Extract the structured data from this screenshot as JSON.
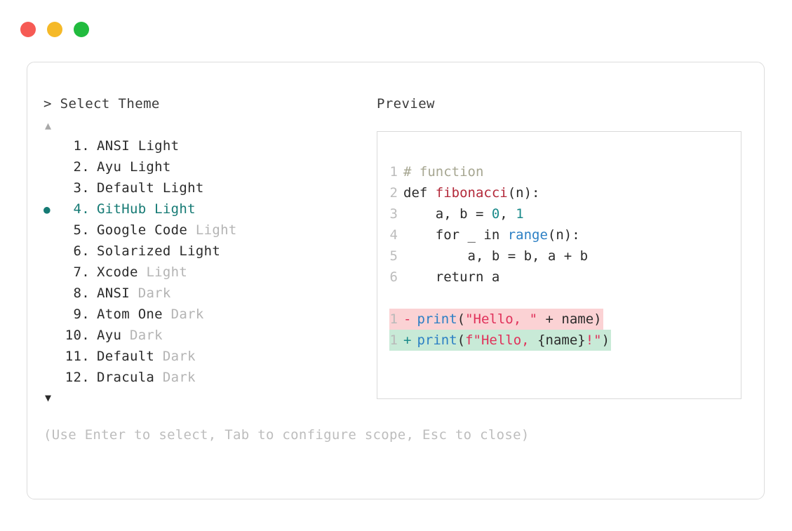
{
  "window": {
    "traffic_lights": [
      {
        "name": "close",
        "color": "#f65a54"
      },
      {
        "name": "minimize",
        "color": "#f5b928"
      },
      {
        "name": "maximize",
        "color": "#21bb3e"
      }
    ]
  },
  "selector": {
    "prompt": "> Select Theme",
    "scroll_up_icon": "▲",
    "scroll_down_icon": "▼",
    "selected_index": 4,
    "items": [
      {
        "num": "1.",
        "name": "ANSI Light",
        "label": "ANSI",
        "suffix": " Light",
        "suffix_strong": true,
        "selected": false
      },
      {
        "num": "2.",
        "name": "Ayu Light",
        "label": "Ayu",
        "suffix": " Light",
        "suffix_strong": true,
        "selected": false
      },
      {
        "num": "3.",
        "name": "Default Light",
        "label": "Default",
        "suffix": " Light",
        "suffix_strong": true,
        "selected": false
      },
      {
        "num": "4.",
        "name": "GitHub Light",
        "label": "GitHub",
        "suffix": " Light",
        "suffix_strong": true,
        "selected": true
      },
      {
        "num": "5.",
        "name": "Google Code Light",
        "label": "Google Code",
        "suffix": " Light",
        "suffix_strong": false,
        "selected": false
      },
      {
        "num": "6.",
        "name": "Solarized Light",
        "label": "Solarized",
        "suffix": " Light",
        "suffix_strong": true,
        "selected": false
      },
      {
        "num": "7.",
        "name": "Xcode Light",
        "label": "Xcode",
        "suffix": " Light",
        "suffix_strong": false,
        "selected": false
      },
      {
        "num": "8.",
        "name": "ANSI Dark",
        "label": "ANSI",
        "suffix": " Dark",
        "suffix_strong": false,
        "selected": false
      },
      {
        "num": "9.",
        "name": "Atom One Dark",
        "label": "Atom One",
        "suffix": " Dark",
        "suffix_strong": false,
        "selected": false
      },
      {
        "num": "10.",
        "name": "Ayu Dark",
        "label": "Ayu",
        "suffix": " Dark",
        "suffix_strong": false,
        "selected": false
      },
      {
        "num": "11.",
        "name": "Default Dark",
        "label": "Default",
        "suffix": " Dark",
        "suffix_strong": false,
        "selected": false
      },
      {
        "num": "12.",
        "name": "Dracula Dark",
        "label": "Dracula",
        "suffix": " Dark",
        "suffix_strong": false,
        "selected": false
      }
    ],
    "bullet_glyph": "●",
    "hint": "(Use Enter to select, Tab to configure scope, Esc to close)"
  },
  "preview": {
    "title": "Preview",
    "code_lines": [
      {
        "ln": "1",
        "tokens": [
          {
            "t": "# function",
            "c": "comment"
          }
        ]
      },
      {
        "ln": "2",
        "tokens": [
          {
            "t": "def ",
            "c": "kw"
          },
          {
            "t": "fibonacci",
            "c": "fn"
          },
          {
            "t": "(n):",
            "c": "plain"
          }
        ]
      },
      {
        "ln": "3",
        "tokens": [
          {
            "t": "    a, b = ",
            "c": "plain"
          },
          {
            "t": "0",
            "c": "num"
          },
          {
            "t": ", ",
            "c": "plain"
          },
          {
            "t": "1",
            "c": "num"
          }
        ]
      },
      {
        "ln": "4",
        "tokens": [
          {
            "t": "    for _ in ",
            "c": "plain"
          },
          {
            "t": "range",
            "c": "builtin"
          },
          {
            "t": "(n):",
            "c": "plain"
          }
        ]
      },
      {
        "ln": "5",
        "tokens": [
          {
            "t": "        a, b = b, a + b",
            "c": "plain"
          }
        ]
      },
      {
        "ln": "6",
        "tokens": [
          {
            "t": "    return a",
            "c": "plain"
          }
        ]
      }
    ],
    "diff_lines": [
      {
        "ln": "1",
        "kind": "del",
        "sign": "-",
        "tokens": [
          {
            "t": "print",
            "c": "builtin"
          },
          {
            "t": "(",
            "c": "plain"
          },
          {
            "t": "\"Hello, \"",
            "c": "str"
          },
          {
            "t": " + name)",
            "c": "plain"
          }
        ]
      },
      {
        "ln": "1",
        "kind": "add",
        "sign": "+",
        "tokens": [
          {
            "t": "print",
            "c": "builtin"
          },
          {
            "t": "(",
            "c": "plain"
          },
          {
            "t": "f\"Hello, ",
            "c": "str"
          },
          {
            "t": "{name}",
            "c": "plain"
          },
          {
            "t": "!\"",
            "c": "str"
          },
          {
            "t": ")",
            "c": "plain"
          }
        ]
      }
    ]
  },
  "colors": {
    "accent_teal": "#157a74",
    "muted": "#b4b4b4",
    "text": "#2b2b2b",
    "border": "#dcdcdc",
    "diff_del_bg": "#fbd2d4",
    "diff_add_bg": "#c8ead7",
    "string": "#e0315a",
    "builtin": "#2b7fc4",
    "function": "#b3293a",
    "number": "#1a8a8a",
    "comment": "#a6a691"
  }
}
